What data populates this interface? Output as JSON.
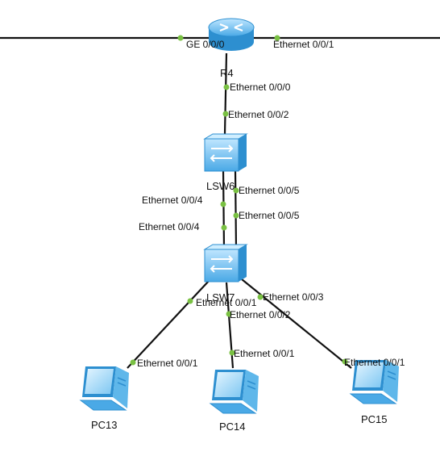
{
  "colors": {
    "link": "#111111",
    "port_dot": "#7ac143",
    "device_blue": "#5fb7ea",
    "device_dark": "#2d8fd0",
    "device_light": "#cfeeff"
  },
  "devices": {
    "r4": {
      "label": "R4",
      "icon": "router-icon"
    },
    "lsw6": {
      "label": "LSW6",
      "icon": "switch-icon"
    },
    "lsw7": {
      "label": "LSW7",
      "icon": "switch-icon"
    },
    "pc13": {
      "label": "PC13",
      "icon": "pc-icon"
    },
    "pc14": {
      "label": "PC14",
      "icon": "pc-icon"
    },
    "pc15": {
      "label": "PC15",
      "icon": "pc-icon"
    }
  },
  "ports": {
    "r4_left": "GE 0/0/0",
    "r4_right": "Ethernet 0/0/1",
    "r4_down": "Ethernet 0/0/0",
    "lsw6_up": "Ethernet 0/0/2",
    "lsw6_left": "Ethernet 0/0/4",
    "lsw6_right": "Ethernet 0/0/5",
    "lsw7_left_up": "Ethernet 0/0/4",
    "lsw7_right_up": "Ethernet 0/0/5",
    "lsw7_pc13": "Ethernet 0/0/1",
    "lsw7_pc14": "Ethernet 0/0/2",
    "lsw7_pc15": "Ethernet 0/0/3",
    "pc13_port": "Ethernet 0/0/1",
    "pc14_port": "Ethernet 0/0/1",
    "pc15_port": "Ethernet 0/0/1"
  }
}
